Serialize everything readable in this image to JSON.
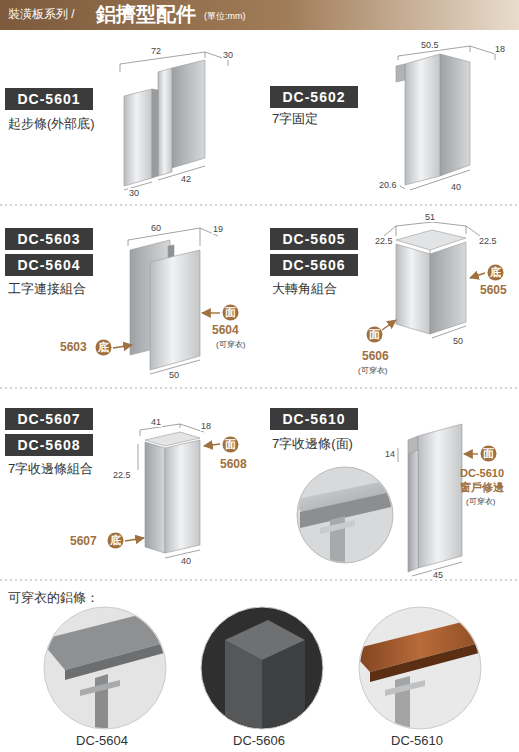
{
  "diagram": {
    "title": "鋁擠型配件",
    "nodes": [
      {
        "text": [
          "DC-5601"
        ]
      },
      {
        "text": [
          "DC-5602"
        ]
      },
      {
        "text": [
          "DC-5603"
        ]
      },
      {
        "text": [
          "DC-5604"
        ]
      },
      {
        "text": [
          "面"
        ]
      },
      {
        "text": [
          "底"
        ]
      },
      {
        "text": [
          "DC-5605"
        ]
      },
      {
        "text": [
          "DC-5606"
        ]
      },
      {
        "text": [
          "底"
        ]
      },
      {
        "text": [
          "面"
        ]
      },
      {
        "text": [
          "DC-5607"
        ]
      },
      {
        "text": [
          "DC-5608"
        ]
      },
      {
        "text": [
          "面"
        ]
      },
      {
        "text": [
          "底"
        ]
      },
      {
        "text": [
          "DC-5610"
        ]
      },
      {
        "text": [
          "面"
        ]
      }
    ],
    "labels": [
      "裝潢板系列 /",
      "(單位:mm)",
      "起步條(外部底)",
      "72",
      "30",
      "30",
      "42",
      "7字固定",
      "50.5",
      "18",
      "20.6",
      "40",
      "工字連接組合",
      "60",
      "19",
      "5604",
      "(可穿衣)",
      "5603",
      "50",
      "大轉角組合",
      "51",
      "22.5",
      "22.5",
      "5605",
      "50",
      "5606",
      "(可穿衣)",
      "7字收邊條組合",
      "41",
      "18",
      "5608",
      "22.5",
      "5607",
      "40",
      "7字收邊條(面)",
      "14",
      "DC-5610",
      "窗戶修邊",
      "(可穿衣)",
      "45",
      "可穿衣的鋁條：",
      "DC-5604",
      "DC-5606",
      "DC-5610"
    ]
  }
}
